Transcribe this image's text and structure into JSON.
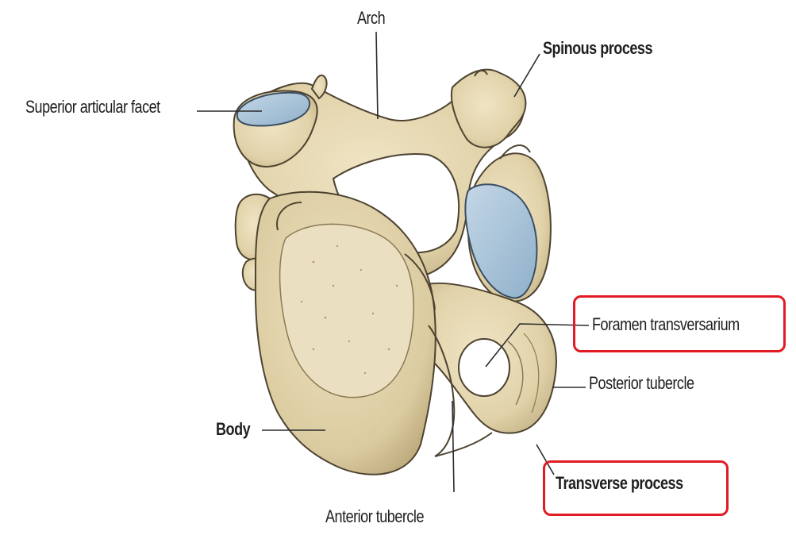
{
  "labels": {
    "arch": "Arch",
    "spinous_process": "Spinous process",
    "superior_articular_facet": "Superior articular facet",
    "foramen_transversarium": "Foramen transversarium",
    "posterior_tubercle": "Posterior tubercle",
    "body": "Body",
    "transverse_process": "Transverse process",
    "anterior_tubercle": "Anterior tubercle"
  },
  "highlighted": [
    "Foramen transversarium",
    "Transverse process"
  ],
  "colors": {
    "bone": "#e3d5ae",
    "bone_shadow": "#b9a77c",
    "bone_outline": "#4d4330",
    "articular_facet": "#a9c3d8",
    "highlight_border": "#e01b24",
    "leader_line": "#2a2a2a"
  }
}
